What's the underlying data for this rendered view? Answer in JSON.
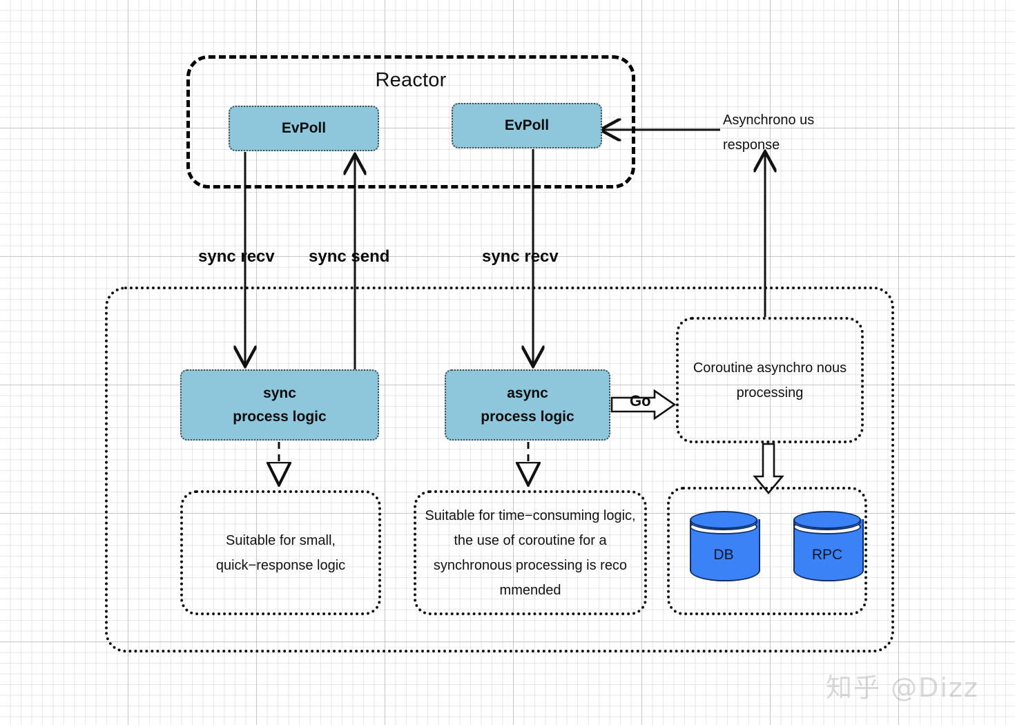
{
  "diagram": {
    "title": "Reactor coroutine processing model",
    "watermark": "知乎 @Dizz",
    "colors": {
      "box_fill": "#8ec7dc",
      "cylinder_fill": "#3b82f6",
      "stroke": "#111111",
      "grid": "#aaaaaa"
    }
  },
  "reactor": {
    "label": "Reactor",
    "evpoll_left": "EvPoll",
    "evpoll_right": "EvPoll"
  },
  "edges": {
    "sync_recv_left": "sync recv",
    "sync_send": "sync send",
    "sync_recv_right": "sync recv",
    "go": "Go",
    "async_response": "Asynchrono us response"
  },
  "logic": {
    "sync_line1": "sync",
    "sync_line2": "process logic",
    "async_line1": "async",
    "async_line2": "process logic"
  },
  "coroutine": {
    "text": "Coroutine asynchro nous processing"
  },
  "descriptions": {
    "sync": "Suitable for small, quick−response logic",
    "async": "Suitable for time−consuming logic, the use of coroutine for a synchronous processing is reco mmended"
  },
  "storage": {
    "db": "DB",
    "rpc": "RPC"
  }
}
